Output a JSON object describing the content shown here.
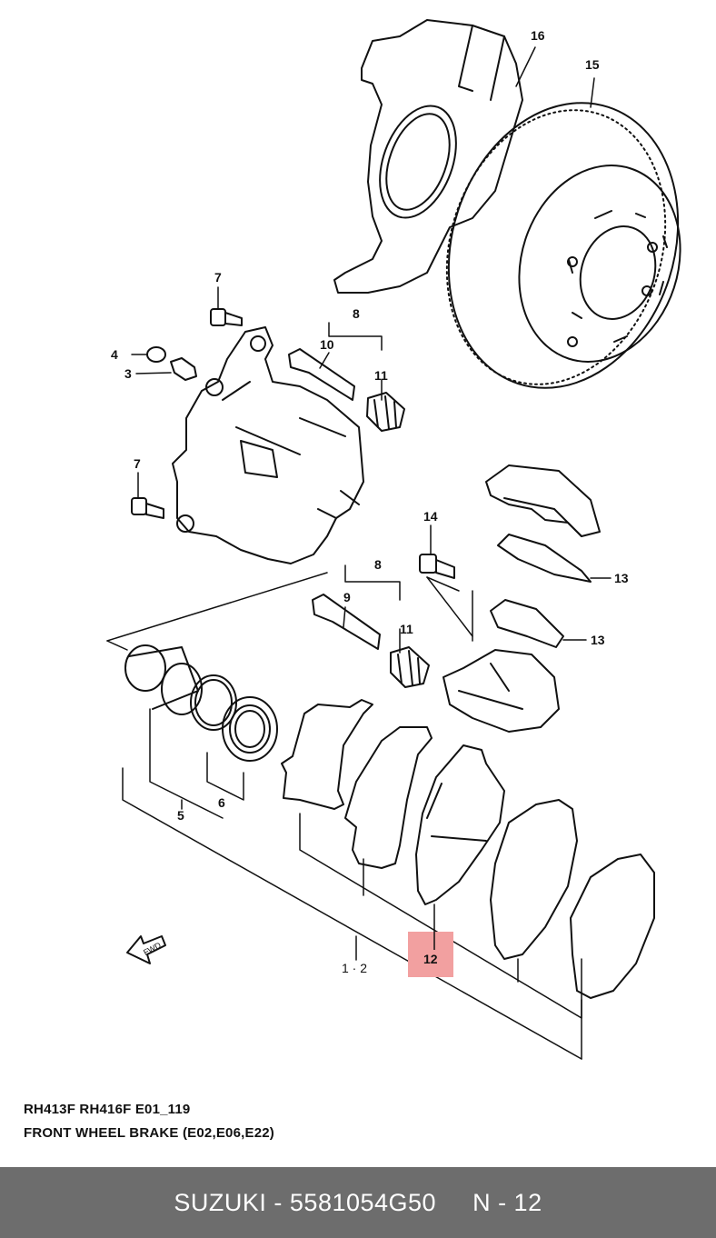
{
  "diagram": {
    "labels": {
      "p16": "16",
      "p15": "15",
      "p7a": "7",
      "p8a": "8",
      "p10": "10",
      "p4": "4",
      "p3": "3",
      "p11a": "11",
      "p7b": "7",
      "p14": "14",
      "p13a": "13",
      "p8b": "8",
      "p9": "9",
      "p11b": "11",
      "p13b": "13",
      "p5": "5",
      "p6": "6",
      "p12": "12",
      "p12sub": "1 · 2",
      "fwd": "FWD"
    },
    "highlight_color": "#f2a0a0"
  },
  "caption": {
    "line1": "RH413F RH416F E01_119",
    "line2": "FRONT WHEEL BRAKE (E02,E06,E22)"
  },
  "footer": {
    "brand_part": "SUZUKI - 5581054G50",
    "page": "N - 12",
    "background": "#6d6d6d"
  }
}
